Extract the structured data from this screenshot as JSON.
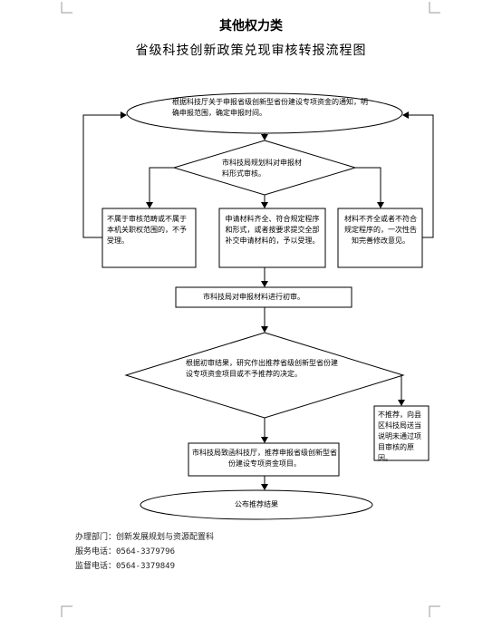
{
  "header": {
    "title": "其他权力类",
    "subtitle": "省级科技创新政策兑现审核转报流程图"
  },
  "flow": {
    "start": "根据科技厅关于申报省级创新型省份建设专项资金的通知，明确申报范围，确定申报时间。",
    "decision1": "市科技局规划科对申报材料形式审核。",
    "reject_scope": "不属于审核范畴或不属于本机关职权范围的，不予受理。",
    "accept": "申请材料齐全、符合规定程序和形式，或者按要求提交全部补交申请材料的，予以受理。",
    "incomplete": "材料不齐全或者不符合规定程序的，一次性告知完善修改意见。",
    "preliminary": "市科技局对申报材料进行初审。",
    "decision2": "根据初审结果，研究作出推荐省级创新型省份建设专项资金项目或不予推荐的决定。",
    "not_recommend": "不推荐，向县区科技局送当说明未通过项目审核的原因。",
    "recommend": "市科技局致函科技厅，推荐申报省级创新型省份建设专项资金项目。",
    "end": "公布推荐结果"
  },
  "footer": {
    "dept": "办理部门：创新发展规划与资源配置科",
    "service_phone": "服务电话：0564-3379796",
    "supervise_phone": "监督电话：0564-3379849"
  }
}
